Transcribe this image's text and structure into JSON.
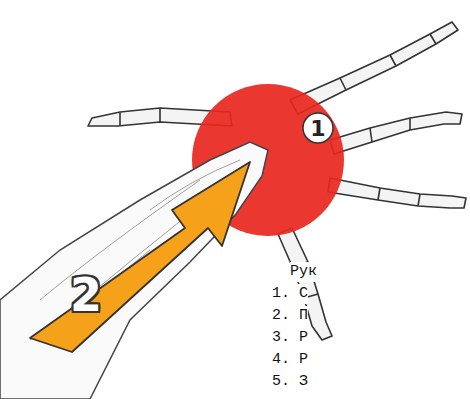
{
  "diagram": {
    "labels": [
      "1",
      "2",
      "Рук",
      "1. С",
      "2. П",
      "3. Р",
      "4. Р",
      "5. З"
    ]
  }
}
